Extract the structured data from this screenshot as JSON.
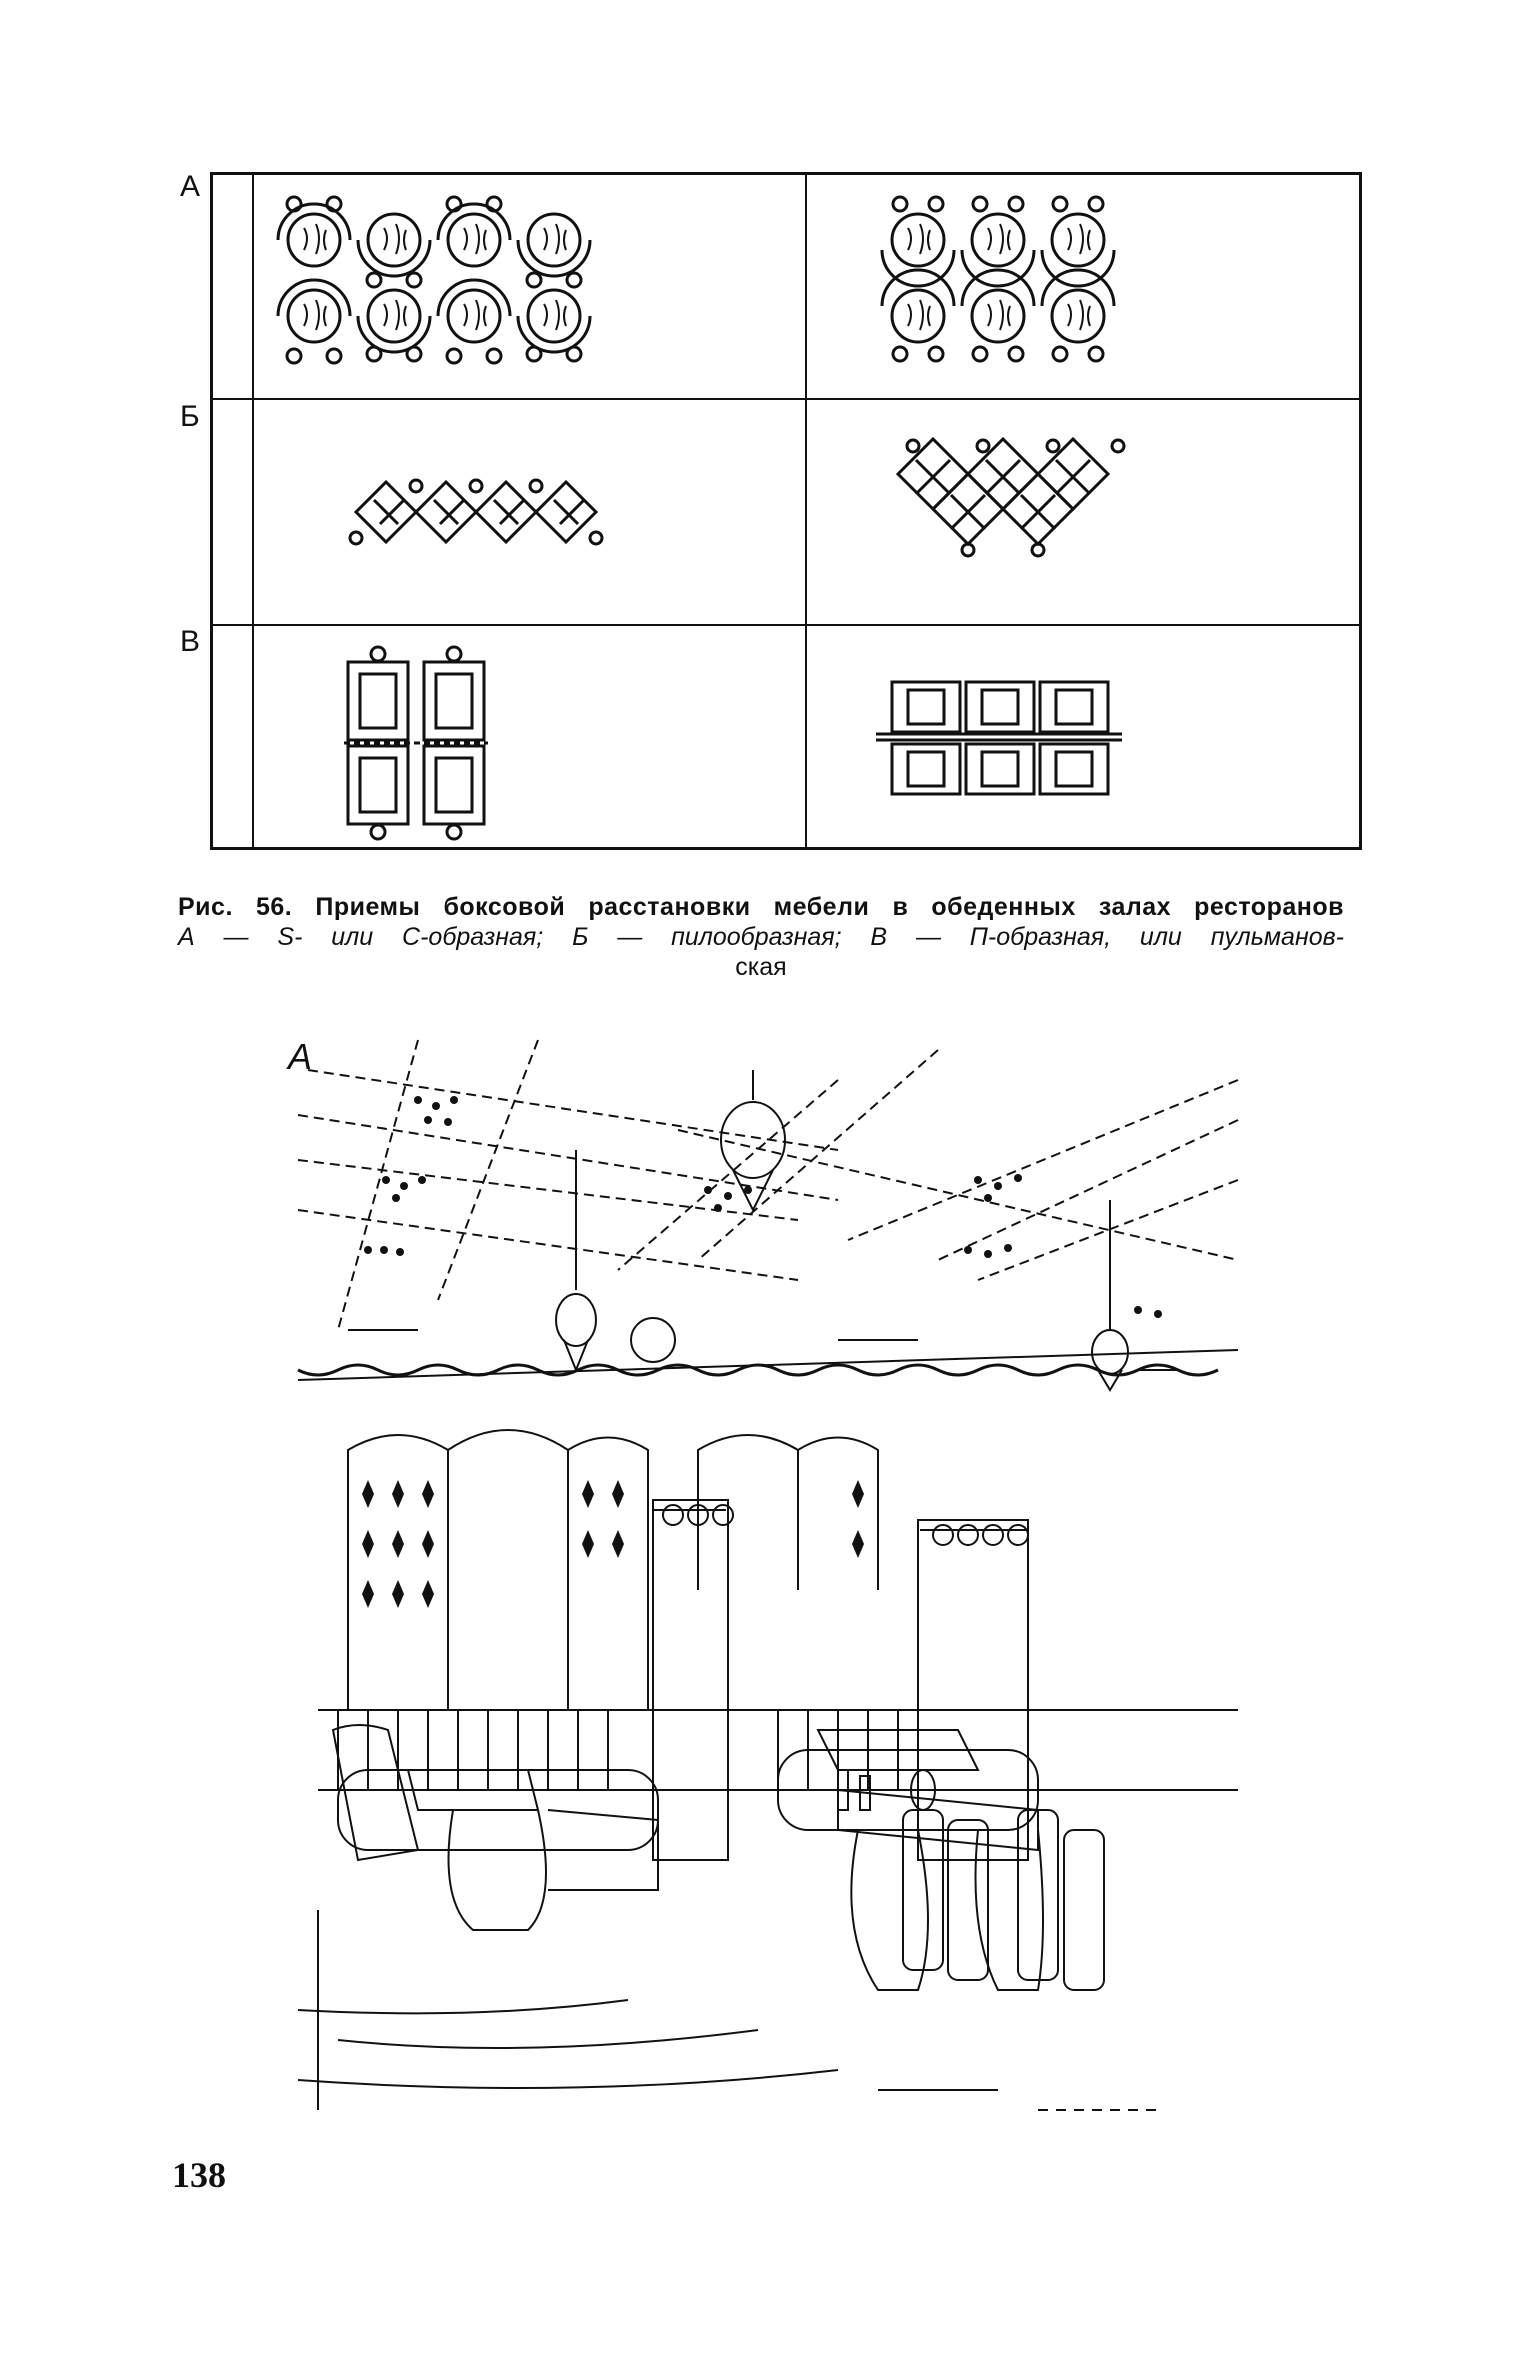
{
  "figure": {
    "rows": [
      {
        "label": "А",
        "scheme": "s-shaped"
      },
      {
        "label": "Б",
        "scheme": "saw-shaped"
      },
      {
        "label": "В",
        "scheme": "pullman"
      }
    ]
  },
  "caption": {
    "title": "Рис. 56. Приемы боксовой расстановки мебели в обеденных залах ресторанов",
    "line2": "А — S- или С-образная; Б — пилообразная; В — П-образная, или пульманов-",
    "line3": "ская"
  },
  "illustration": {
    "label": "А",
    "subject": "restaurant-dining-hall-with-booth-seating"
  },
  "page_number": "138"
}
